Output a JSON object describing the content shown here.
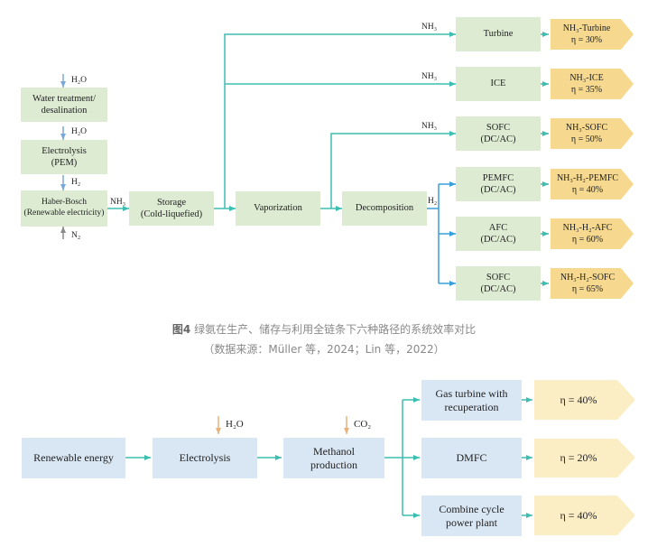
{
  "top": {
    "inputs": {
      "water_h2o": "H₂O",
      "electrolysis_h2o": "H₂O",
      "h2": "H₂",
      "n2": "N₂",
      "nh3_storage": "NH₃",
      "h2_decomp": "H₂"
    },
    "boxes": {
      "water_treatment": "Water treatment/\ndesalination",
      "electrolysis": "Electrolysis\n(PEM)",
      "haber_bosch": "Haber-Bosch\n(Renewable electricity)",
      "storage": "Storage\n(Cold-liquefied)",
      "vaporization": "Vaporization",
      "decomposition": "Decomposition"
    },
    "routes": [
      {
        "name": "Turbine",
        "sub": "",
        "feed": "NH₃",
        "result": "NH₃-Turbine",
        "eta": "η = 30%"
      },
      {
        "name": "ICE",
        "sub": "",
        "feed": "NH₃",
        "result": "NH₃-ICE",
        "eta": "η = 35%"
      },
      {
        "name": "SOFC",
        "sub": "(DC/AC)",
        "feed": "NH₃",
        "result": "NH₃-SOFC",
        "eta": "η = 50%"
      },
      {
        "name": "PEMFC",
        "sub": "(DC/AC)",
        "feed": "",
        "result": "NH₃-H₂-PEMFC",
        "eta": "η = 40%"
      },
      {
        "name": "AFC",
        "sub": "(DC/AC)",
        "feed": "",
        "result": "NH₃-H₂-AFC",
        "eta": "η = 60%"
      },
      {
        "name": "SOFC",
        "sub": "(DC/AC)",
        "feed": "",
        "result": "NH₃-H₂-SOFC",
        "eta": "η = 65%"
      }
    ]
  },
  "caption": {
    "label": "图4",
    "title": " 绿氨在生产、储存与利用全链条下六种路径的系统效率对比",
    "source": "（数据来源：Müller 等，2024；Lin 等，2022）"
  },
  "bottom": {
    "boxes": {
      "renewable": "Renewable energy",
      "electrolysis": "Electrolysis",
      "methanol": "Methanol\nproduction"
    },
    "inputs": {
      "h2o": "H₂O",
      "co2": "CO₂"
    },
    "routes": [
      {
        "name": "Gas turbine with\nrecuperation",
        "eta": "η = 40%"
      },
      {
        "name": "DMFC",
        "eta": "η = 20%"
      },
      {
        "name": "Combine cycle\npower plant",
        "eta": "η = 40%"
      }
    ]
  },
  "colors": {
    "green_box": "#dcebd2",
    "blue_box": "#d9e6f3",
    "result_fill": "#f6d98f",
    "result_fill_light": "#fbeec5",
    "arrow": "#3dbdb0",
    "arrow_blue": "#3a9fd8",
    "input_blue": "#7aa8d8",
    "input_orange": "#e9b27a",
    "input_gray": "#8a8a8a"
  }
}
